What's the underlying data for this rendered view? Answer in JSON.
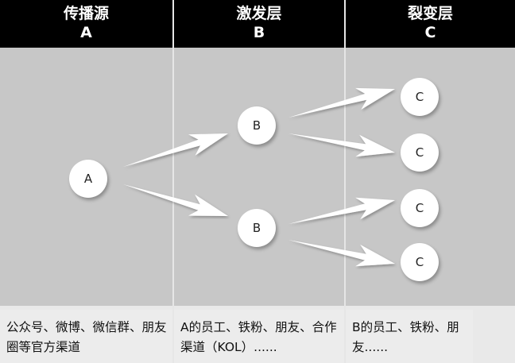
{
  "columns": [
    {
      "title": "传播源",
      "letter": "A",
      "description": "公众号、微博、微信群、朋友圈等官方渠道"
    },
    {
      "title": "激发层",
      "letter": "B",
      "description": "A的员工、铁粉、朋友、合作渠道（KOL）......"
    },
    {
      "title": "裂变层",
      "letter": "C",
      "description": "B的员工、铁粉、朋友......"
    }
  ],
  "nodes": {
    "a": "A",
    "b1": "B",
    "b2": "B",
    "c1": "C",
    "c2": "C",
    "c3": "C",
    "c4": "C"
  },
  "colors": {
    "header": "#000000",
    "canvas": "#c7c7c7",
    "node": "#ffffff"
  }
}
